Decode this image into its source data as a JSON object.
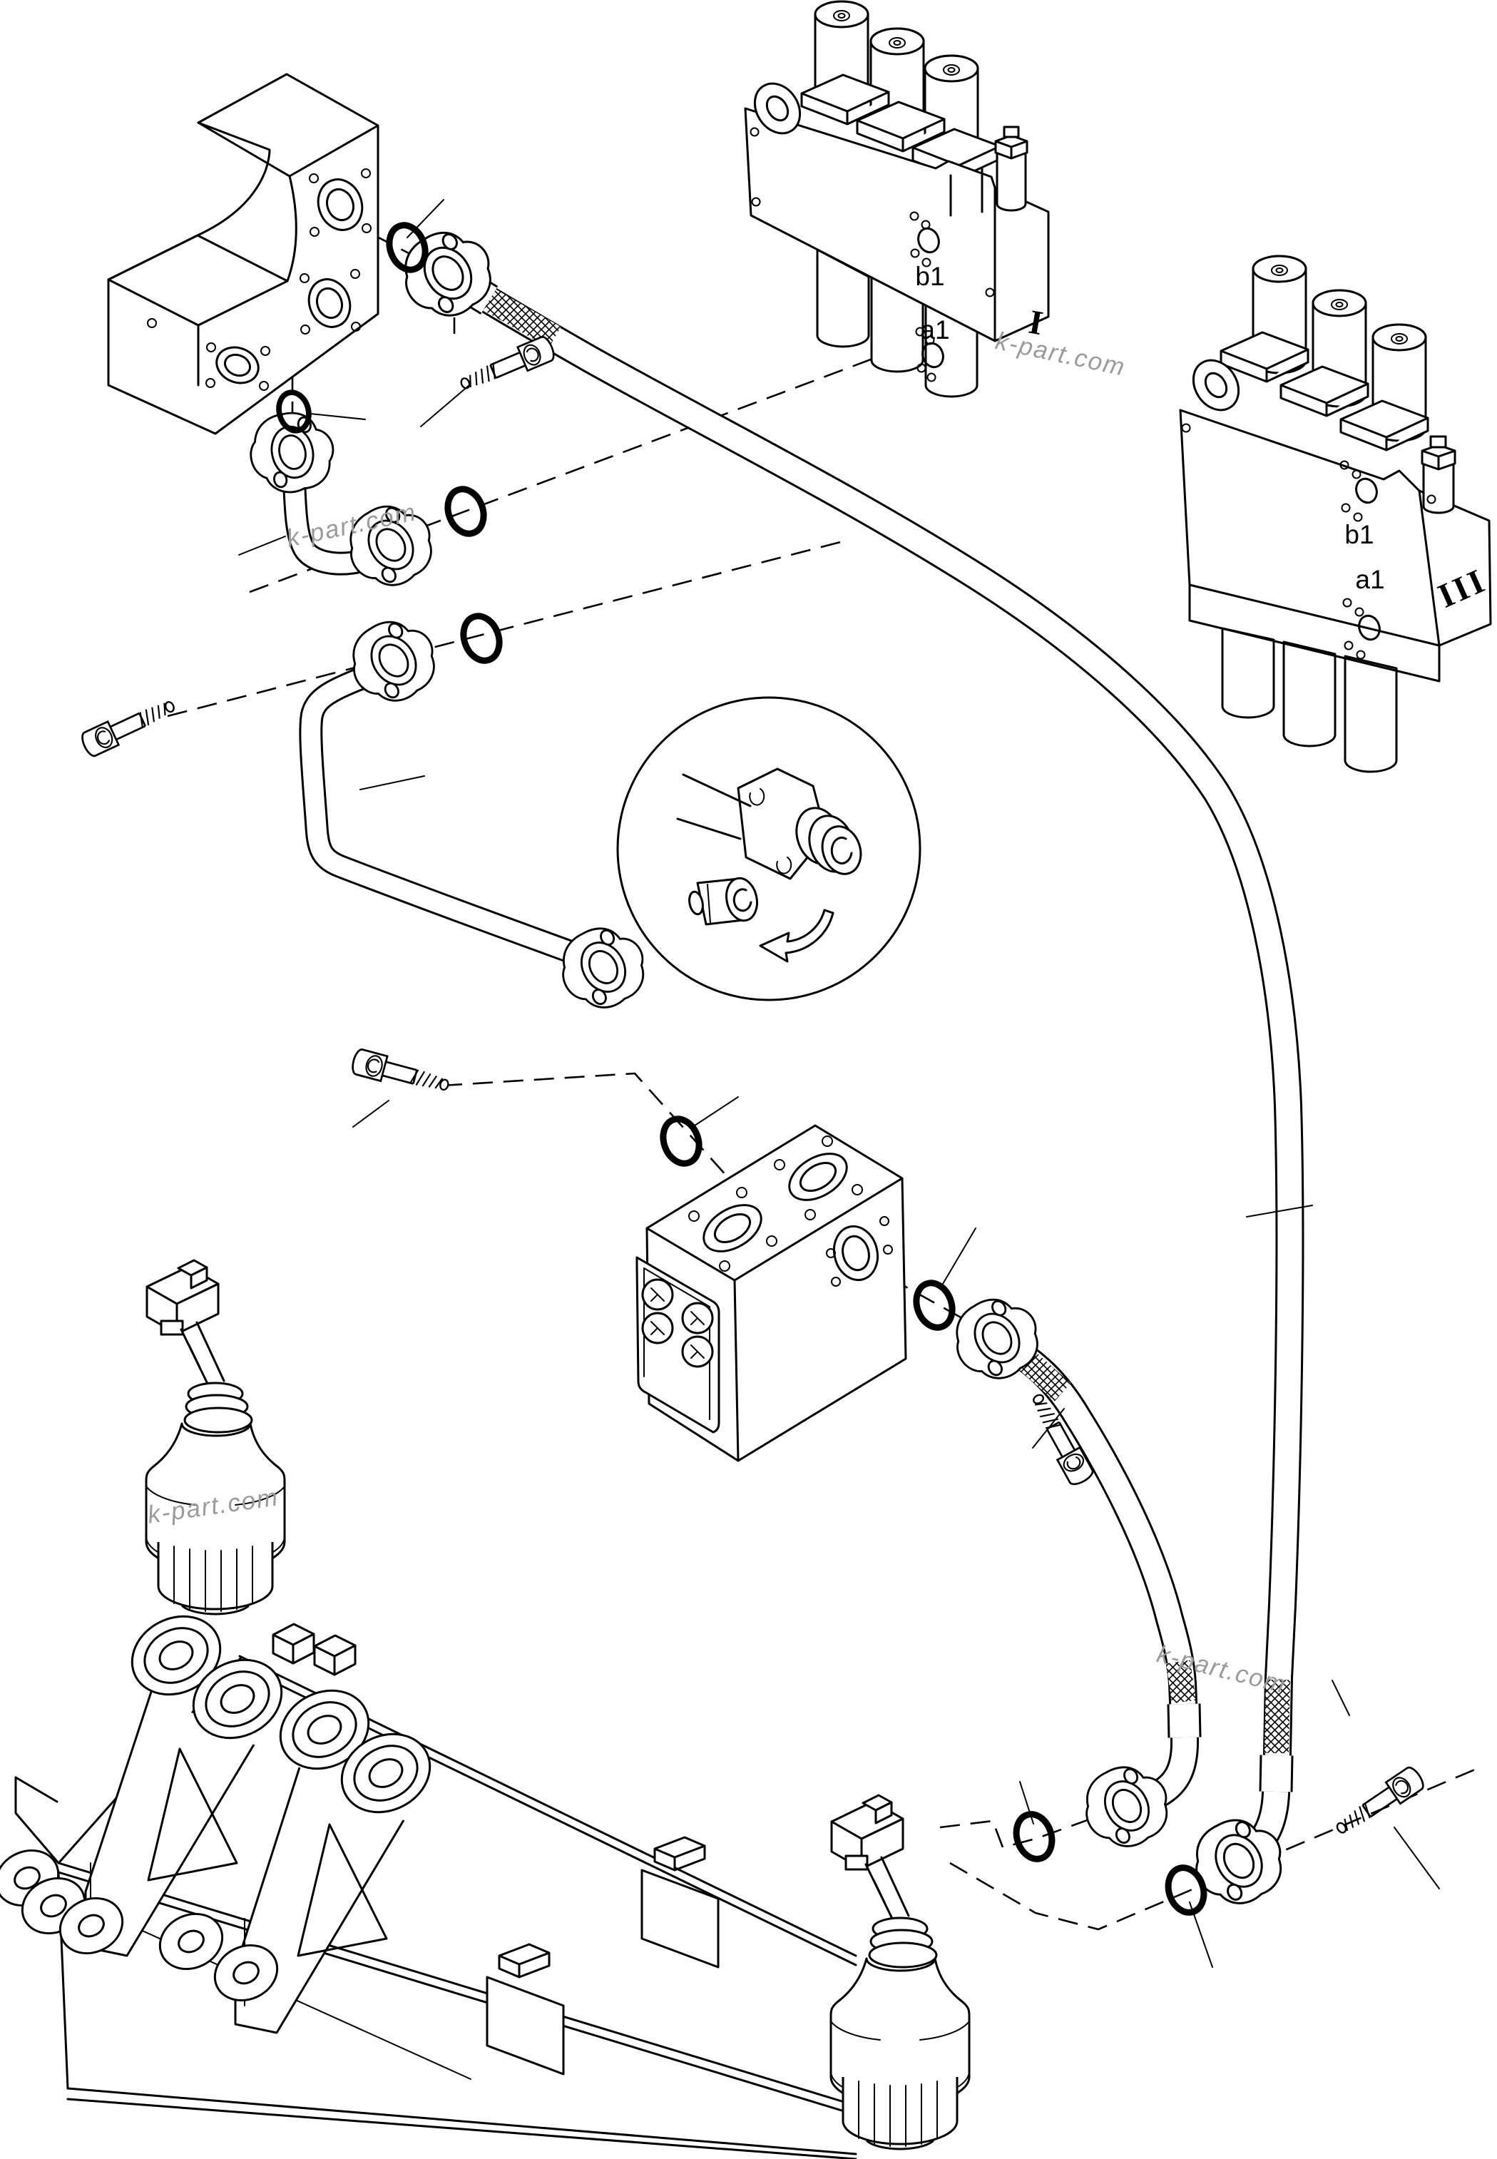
{
  "diagram": {
    "background": "#ffffff",
    "line_color": "#000000",
    "watermark": {
      "text": "k-part.com",
      "color": "#9b9b9b"
    },
    "valve_block_1": {
      "port_b": "b1",
      "port_a": "a1",
      "section": "I"
    },
    "valve_block_3": {
      "port_b": "b1",
      "port_a": "a1",
      "section": "III"
    }
  }
}
